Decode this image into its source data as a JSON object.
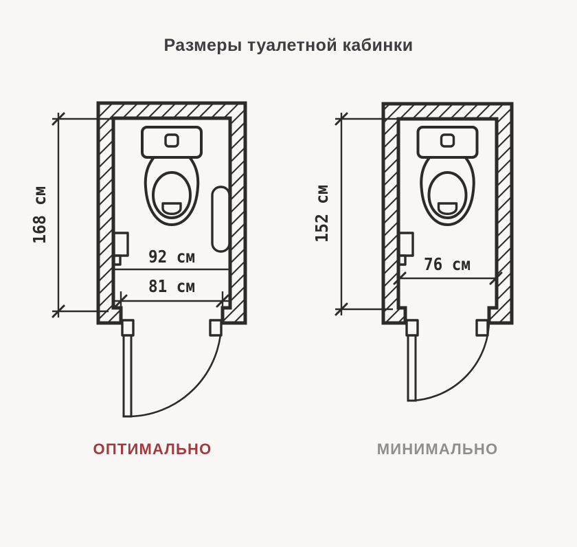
{
  "title": "Размеры туалетной кабинки",
  "colors": {
    "line": "#2b2b2b",
    "optimal_label": "#a13a3e",
    "minimal_label": "#8e8e8e",
    "background": "#f8f7f5",
    "title": "#3e3e41"
  },
  "optimal": {
    "label": "ОПТИМАЛЬНО",
    "depth": "168 см",
    "inner_width": "92 см",
    "door_width": "81 см"
  },
  "minimal": {
    "label": "МИНИМАЛЬНО",
    "depth": "152 см",
    "inner_width": "76 см"
  }
}
